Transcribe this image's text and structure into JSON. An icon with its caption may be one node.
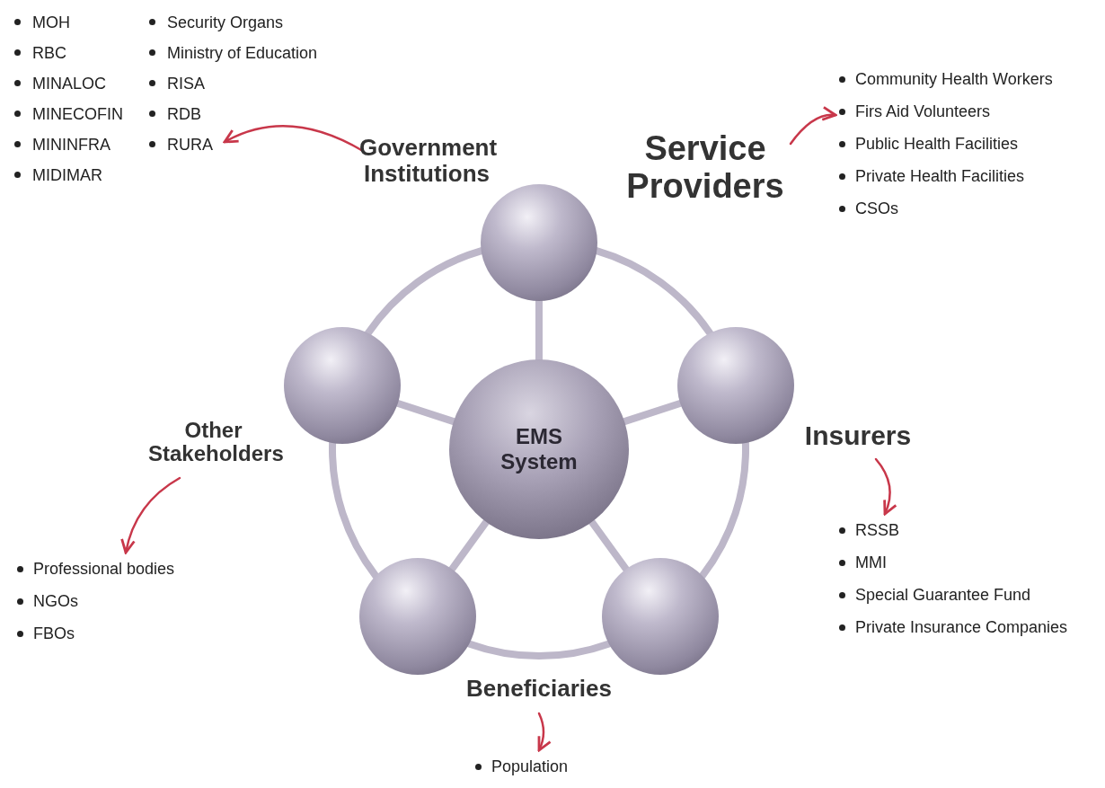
{
  "diagram": {
    "nodes": [
      {
        "text": [
          "EMS System"
        ]
      },
      {
        "text": [],
        "shape": "circle"
      },
      {
        "text": [],
        "shape": "circle"
      },
      {
        "text": [],
        "shape": "circle"
      },
      {
        "text": [],
        "shape": "circle"
      },
      {
        "text": [],
        "shape": "circle"
      },
      {
        "text": [
          "Government Institutions"
        ]
      },
      {
        "text": [
          "MOH",
          "RBC",
          "MINALOC",
          "MINECOFIN",
          "MININFRA",
          "MIDIMAR",
          "Security Organs",
          "Ministry of Education",
          "RISA",
          "RDB",
          "RURA"
        ]
      },
      {
        "text": [
          "Service Providers"
        ]
      },
      {
        "text": [
          "Community Health Workers",
          "Firs Aid Volunteers",
          "Public Health Facilities",
          "Private Health Facilities",
          "CSOs"
        ]
      },
      {
        "text": [
          "Insurers"
        ]
      },
      {
        "text": [
          "RSSB",
          "MMI",
          "Special Guarantee Fund",
          "Private Insurance Companies"
        ]
      },
      {
        "text": [
          "Beneficiaries"
        ]
      },
      {
        "text": [
          "Population"
        ]
      },
      {
        "text": [
          "Other Stakeholders"
        ]
      },
      {
        "text": [
          "Professional bodies",
          "NGOs",
          "FBOs"
        ]
      }
    ],
    "edges": [
      {
        "from": 0,
        "to": 1,
        "arrow": "none"
      },
      {
        "from": 0,
        "to": 2,
        "arrow": "none"
      },
      {
        "from": 0,
        "to": 3,
        "arrow": "none"
      },
      {
        "from": 0,
        "to": 4,
        "arrow": "none"
      },
      {
        "from": 0,
        "to": 5,
        "arrow": "none"
      },
      {
        "from": 1,
        "to": 3,
        "arrow": "none"
      },
      {
        "from": 3,
        "to": 5,
        "arrow": "none"
      },
      {
        "from": 5,
        "to": 4,
        "arrow": "none"
      },
      {
        "from": 4,
        "to": 2,
        "arrow": "none"
      },
      {
        "from": 2,
        "to": 1,
        "arrow": "none"
      },
      {
        "from": 6,
        "to": 7,
        "arrow": "to",
        "color": "#c8374a"
      },
      {
        "from": 8,
        "to": 9,
        "arrow": "to",
        "color": "#c8374a"
      },
      {
        "from": 10,
        "to": 11,
        "arrow": "to",
        "color": "#c8374a"
      },
      {
        "from": 12,
        "to": 13,
        "arrow": "to",
        "color": "#c8374a"
      },
      {
        "from": 14,
        "to": 15,
        "arrow": "to",
        "color": "#c8374a"
      }
    ]
  }
}
